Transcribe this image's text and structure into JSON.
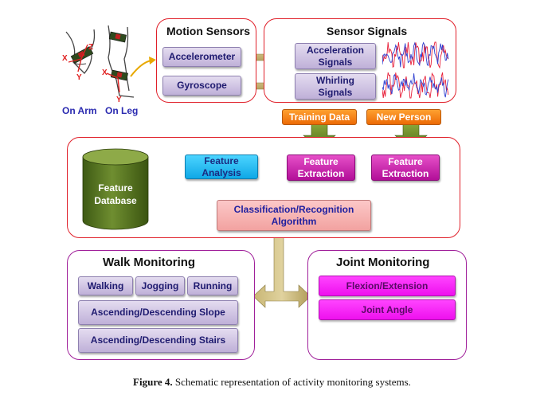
{
  "labels": {
    "on_arm": "On Arm",
    "on_leg": "On Leg",
    "axis_x": "X",
    "axis_y": "Y",
    "axis_z": "Z"
  },
  "motion_sensors": {
    "title": "Motion Sensors",
    "accelerometer": "Accelerometer",
    "gyroscope": "Gyroscope"
  },
  "sensor_signals": {
    "title": "Sensor Signals",
    "acceleration_1": "Acceleration",
    "acceleration_2": "Signals",
    "whirling_1": "Whirling",
    "whirling_2": "Signals"
  },
  "training_data": "Training Data",
  "new_person": "New Person",
  "processing": {
    "feature_extraction_1": "Feature",
    "feature_extraction_2": "Extraction",
    "feature_analysis_1": "Feature",
    "feature_analysis_2": "Analysis",
    "db_1": "Feature",
    "db_2": "Database",
    "classification_1": "Classification/Recognition",
    "classification_2": "Algorithm"
  },
  "walk_monitoring": {
    "title": "Walk Monitoring",
    "walking": "Walking",
    "jogging": "Jogging",
    "running": "Running",
    "slope": "Ascending/Descending Slope",
    "stairs": "Ascending/Descending Stairs"
  },
  "joint_monitoring": {
    "title": "Joint Monitoring",
    "flexion": "Flexion/Extension",
    "joint_angle": "Joint Angle"
  },
  "caption": {
    "label": "Figure 4.",
    "text": " Schematic representation of activity monitoring systems."
  },
  "colors": {
    "red_border": "#e0202a",
    "magenta_border": "#a0209a",
    "olive_arrow": "#5e7a22",
    "signal_red": "#e8203a",
    "signal_blue": "#3040d0"
  }
}
